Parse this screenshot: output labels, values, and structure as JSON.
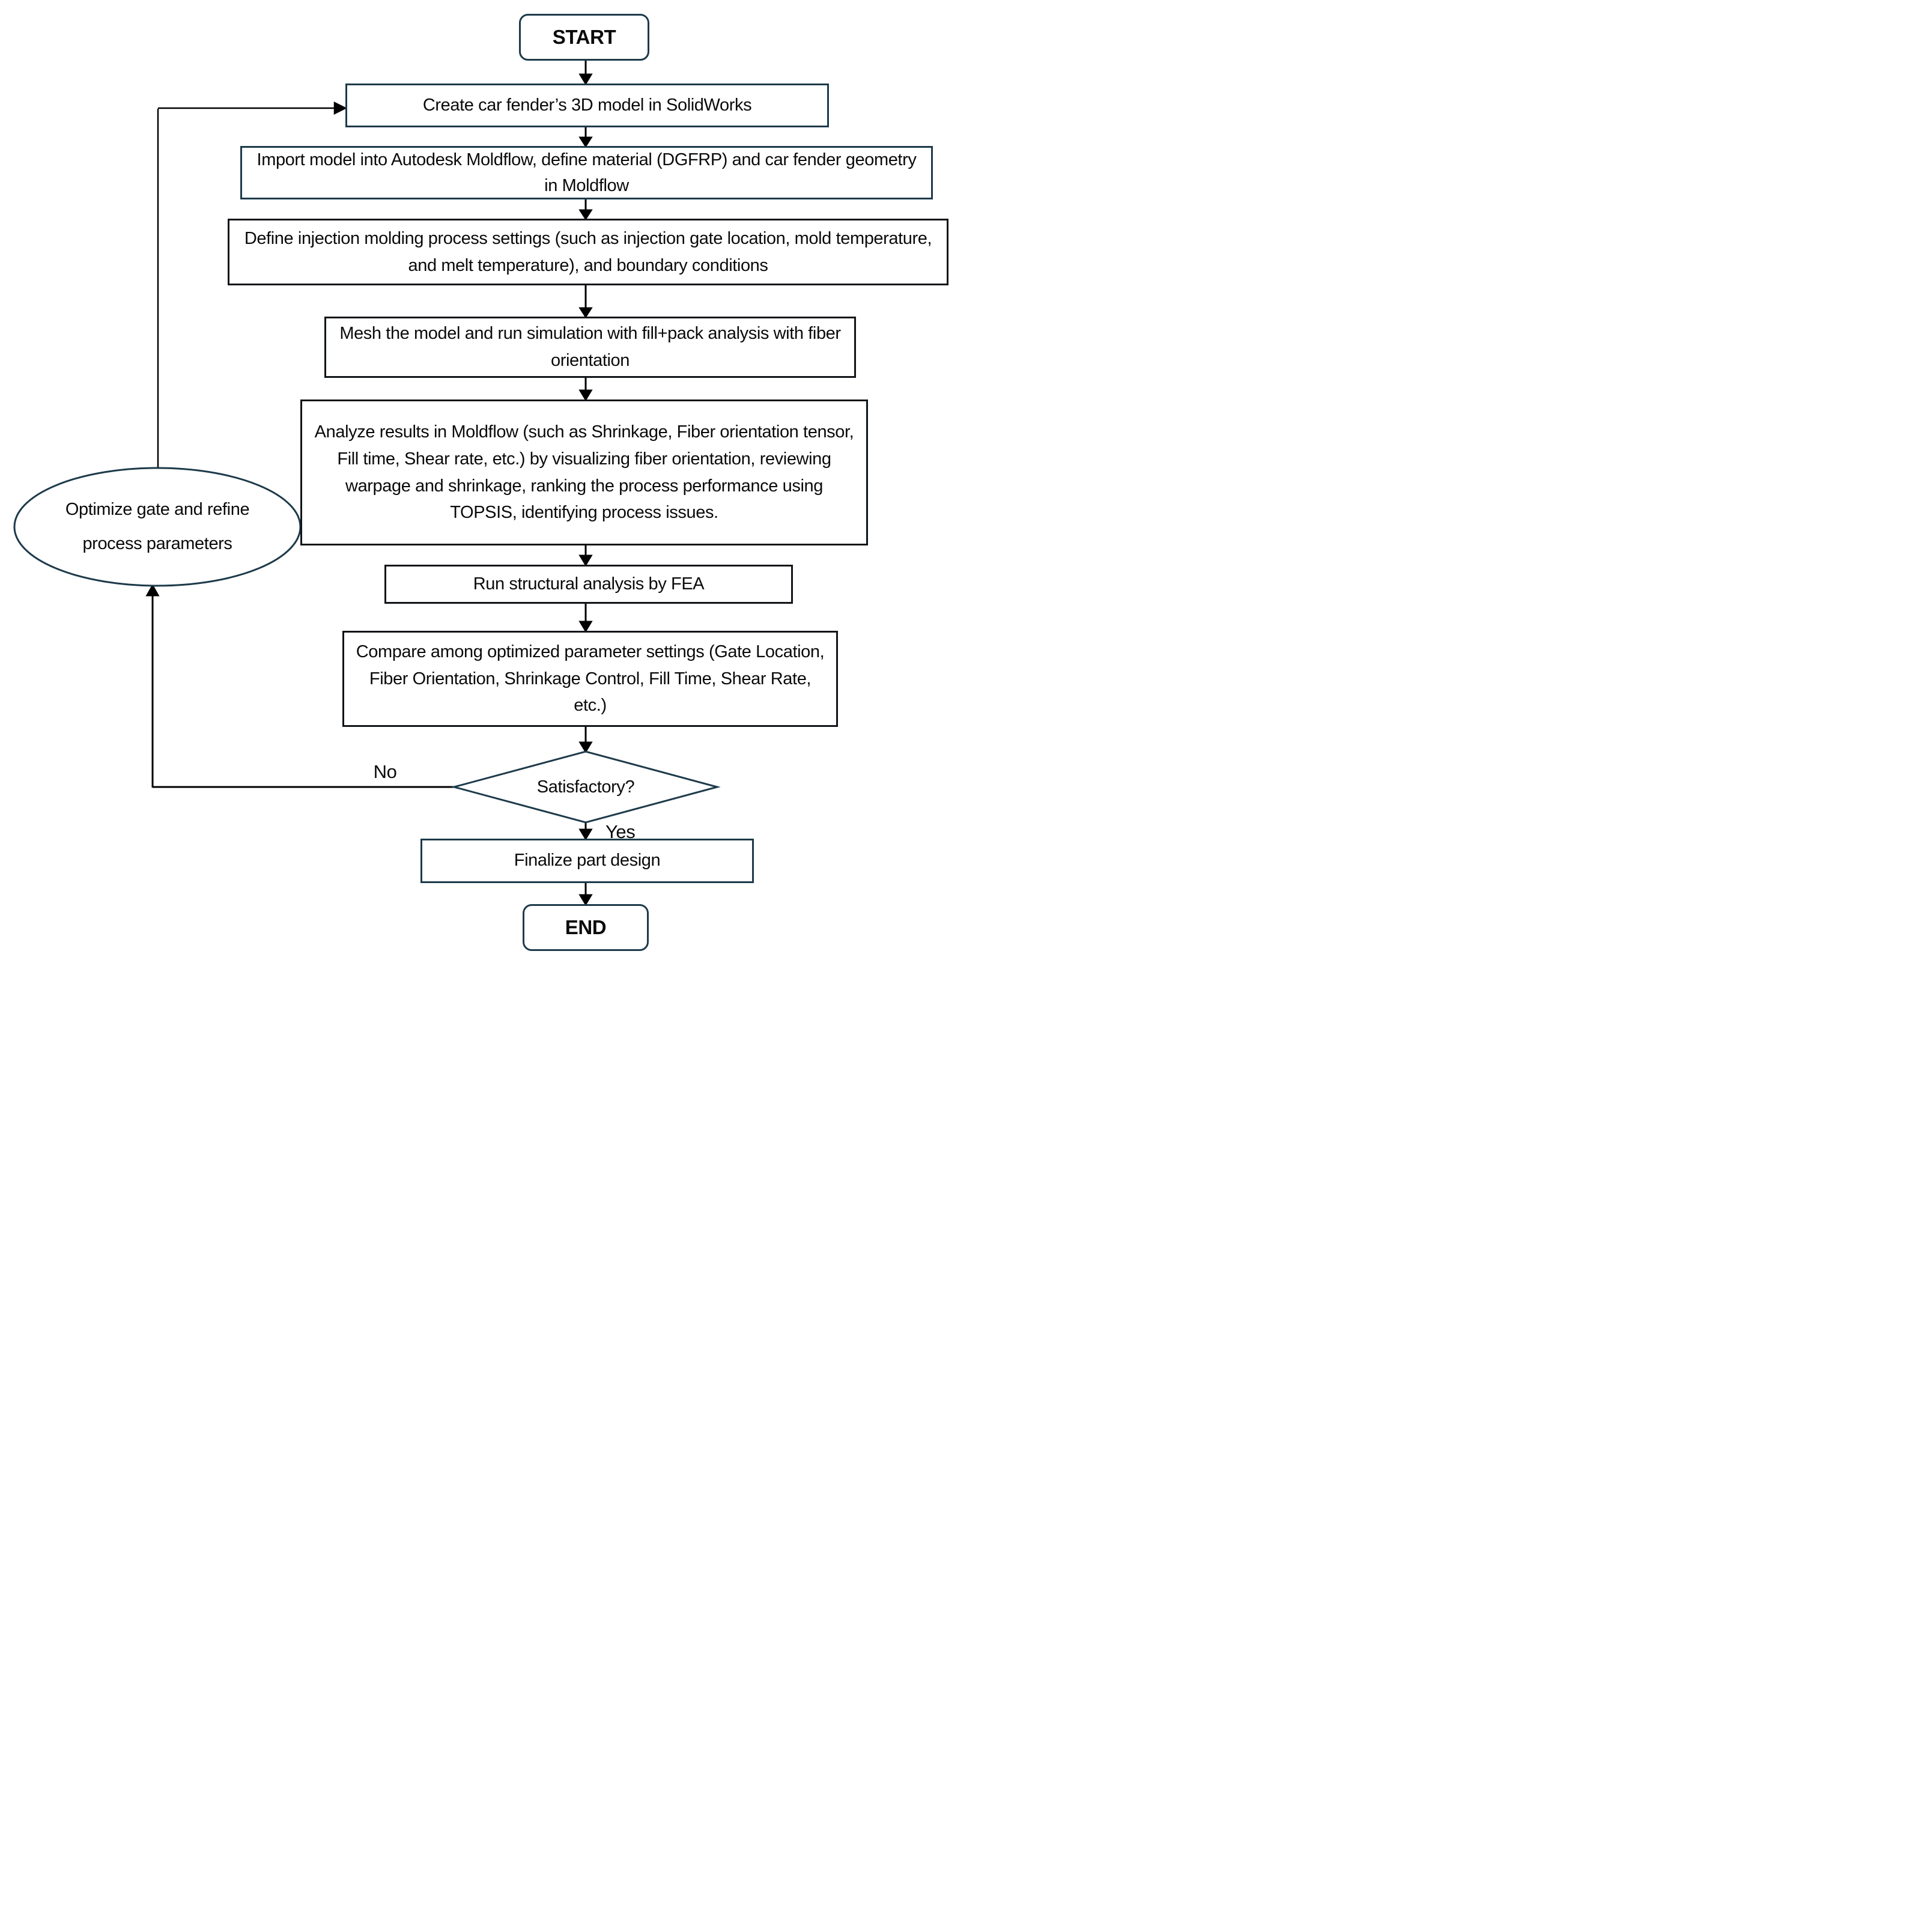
{
  "diagram": {
    "type": "flowchart",
    "colors": {
      "background": "#ffffff",
      "terminator_border": "#1d3a4a",
      "process_border": "#101418",
      "decision_border": "#1d3a4a",
      "loop_border": "#1d3a4a",
      "line": "#000000",
      "text": "#0a0a0a"
    },
    "nodes": {
      "start": {
        "shape": "terminator",
        "label": "START"
      },
      "create_model": {
        "shape": "process",
        "label": "Create car fender’s 3D model in SolidWorks"
      },
      "import_model": {
        "shape": "process",
        "label": "Import model into Autodesk Moldflow, define material (DGFRP) and car fender geometry in Moldflow"
      },
      "define_settings": {
        "shape": "process",
        "label": "Define injection molding process settings (such as injection gate location, mold temperature, and melt temperature), and boundary conditions"
      },
      "mesh_model": {
        "shape": "process",
        "label": "Mesh the model and run simulation with fill+pack analysis with fiber orientation"
      },
      "analyze_results": {
        "shape": "process",
        "label": "Analyze results in Moldflow (such as Shrinkage, Fiber orientation tensor, Fill time, Shear rate, etc.) by visualizing fiber orientation, reviewing warpage and shrinkage, ranking the process performance using TOPSIS, identifying process issues."
      },
      "run_fea": {
        "shape": "process",
        "label": "Run structural analysis by FEA"
      },
      "compare": {
        "shape": "process",
        "label": "Compare among optimized parameter settings (Gate Location, Fiber Orientation, Shrinkage Control, Fill Time, Shear Rate, etc.)"
      },
      "satisfactory": {
        "shape": "decision",
        "label": "Satisfactory?"
      },
      "optimize": {
        "shape": "ellipse",
        "label": "Optimize gate and refine process parameters"
      },
      "finalize": {
        "shape": "process",
        "label": "Finalize part design"
      },
      "end": {
        "shape": "terminator",
        "label": "END"
      }
    },
    "edge_labels": {
      "no": "No",
      "yes": "Yes"
    },
    "edges": [
      {
        "from": "start",
        "to": "create_model"
      },
      {
        "from": "create_model",
        "to": "import_model"
      },
      {
        "from": "import_model",
        "to": "define_settings"
      },
      {
        "from": "define_settings",
        "to": "mesh_model"
      },
      {
        "from": "mesh_model",
        "to": "analyze_results"
      },
      {
        "from": "analyze_results",
        "to": "run_fea"
      },
      {
        "from": "run_fea",
        "to": "compare"
      },
      {
        "from": "compare",
        "to": "satisfactory"
      },
      {
        "from": "satisfactory",
        "to": "finalize",
        "label": "Yes"
      },
      {
        "from": "satisfactory",
        "to": "optimize",
        "label": "No"
      },
      {
        "from": "optimize",
        "to": "create_model"
      },
      {
        "from": "finalize",
        "to": "end"
      }
    ]
  }
}
